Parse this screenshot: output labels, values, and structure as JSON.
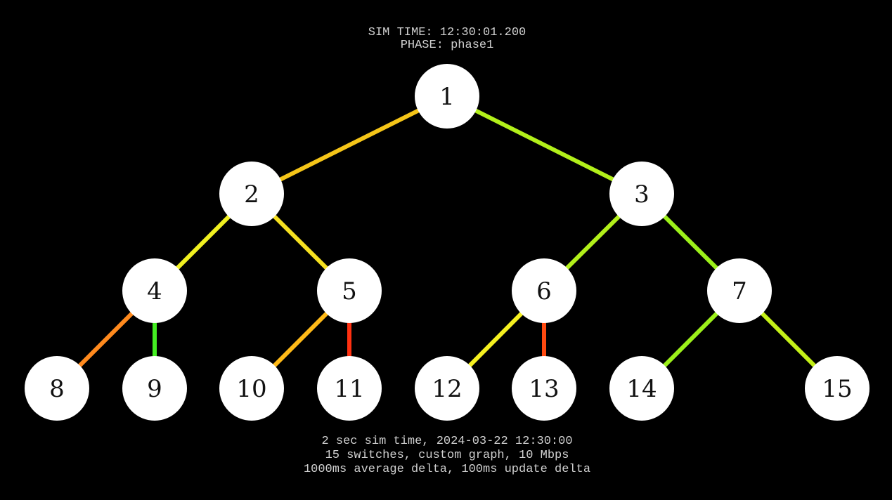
{
  "header": {
    "sim_time": "SIM TIME: 12:30:01.200",
    "phase": "PHASE: phase1"
  },
  "footer": {
    "line1": "2 sec sim time, 2024-03-22 12:30:00",
    "line2": "15 switches, custom graph, 10 Mbps",
    "line3": "1000ms average delta, 100ms update delta"
  },
  "colors": {
    "background": "#000000",
    "node_fill": "#ffffff",
    "node_text": "#111111",
    "caption_text": "#d0d0d0"
  },
  "graph": {
    "nodes": [
      {
        "id": "1",
        "label": "1"
      },
      {
        "id": "2",
        "label": "2"
      },
      {
        "id": "3",
        "label": "3"
      },
      {
        "id": "4",
        "label": "4"
      },
      {
        "id": "5",
        "label": "5"
      },
      {
        "id": "6",
        "label": "6"
      },
      {
        "id": "7",
        "label": "7"
      },
      {
        "id": "8",
        "label": "8"
      },
      {
        "id": "9",
        "label": "9"
      },
      {
        "id": "10",
        "label": "10"
      },
      {
        "id": "11",
        "label": "11"
      },
      {
        "id": "12",
        "label": "12"
      },
      {
        "id": "13",
        "label": "13"
      },
      {
        "id": "14",
        "label": "14"
      },
      {
        "id": "15",
        "label": "15"
      }
    ],
    "links": [
      {
        "from": "1",
        "to": "2",
        "color": "#f5c518"
      },
      {
        "from": "1",
        "to": "3",
        "color": "#b2f01a"
      },
      {
        "from": "2",
        "to": "4",
        "color": "#f0f020"
      },
      {
        "from": "2",
        "to": "5",
        "color": "#f5e020"
      },
      {
        "from": "3",
        "to": "6",
        "color": "#b2f01a"
      },
      {
        "from": "3",
        "to": "7",
        "color": "#9cf01a"
      },
      {
        "from": "4",
        "to": "8",
        "color": "#ff8a1e"
      },
      {
        "from": "4",
        "to": "9",
        "color": "#44ee22"
      },
      {
        "from": "5",
        "to": "10",
        "color": "#ffba18"
      },
      {
        "from": "5",
        "to": "11",
        "color": "#ff3010"
      },
      {
        "from": "6",
        "to": "12",
        "color": "#f5f020"
      },
      {
        "from": "6",
        "to": "13",
        "color": "#ff4a10"
      },
      {
        "from": "7",
        "to": "14",
        "color": "#9cf01a"
      },
      {
        "from": "7",
        "to": "15",
        "color": "#c4f018"
      }
    ]
  }
}
